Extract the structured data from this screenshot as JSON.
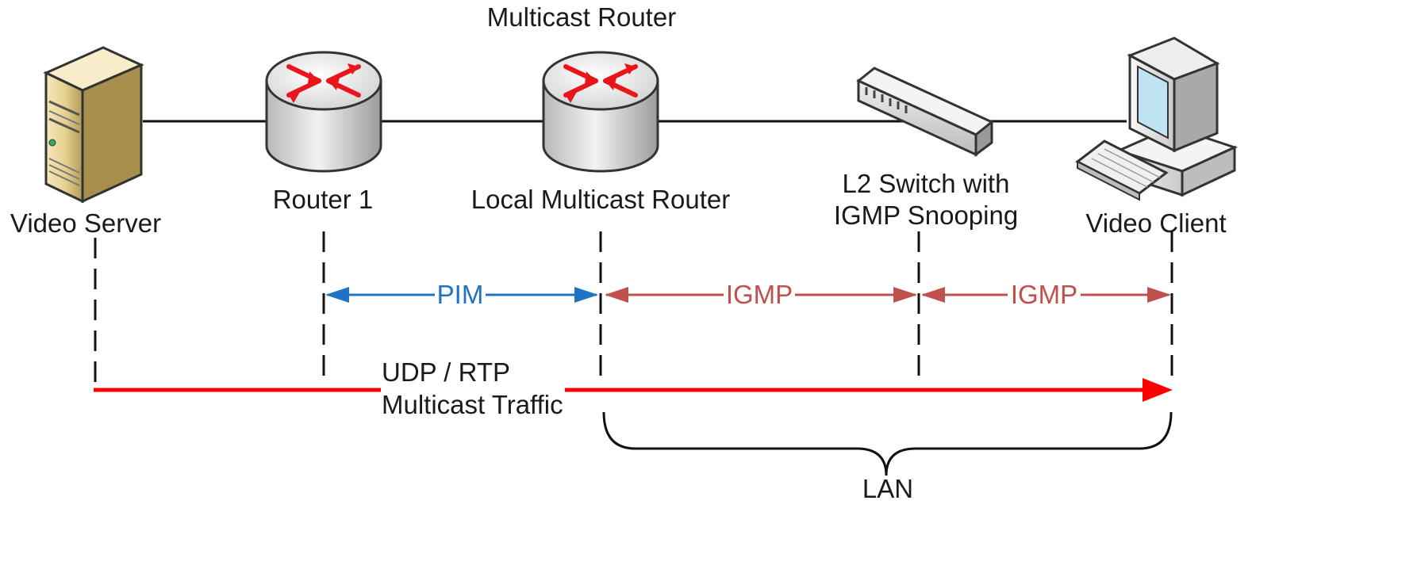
{
  "title": "Multicast Router",
  "devices": {
    "video_server": "Video Server",
    "router_1": "Router 1",
    "local_router": "Local Multicast Router",
    "switch_line1": "L2 Switch with",
    "switch_line2": "IGMP Snooping",
    "video_client": "Video Client"
  },
  "protocols": {
    "pim": "PIM",
    "igmp_router_switch": "IGMP",
    "igmp_switch_client": "IGMP"
  },
  "traffic": {
    "line1": "UDP / RTP",
    "line2": "Multicast Traffic"
  },
  "lan_label": "LAN",
  "colors": {
    "pim": "#1f73c4",
    "igmp": "#c0504d",
    "traffic": "#ff0000"
  }
}
